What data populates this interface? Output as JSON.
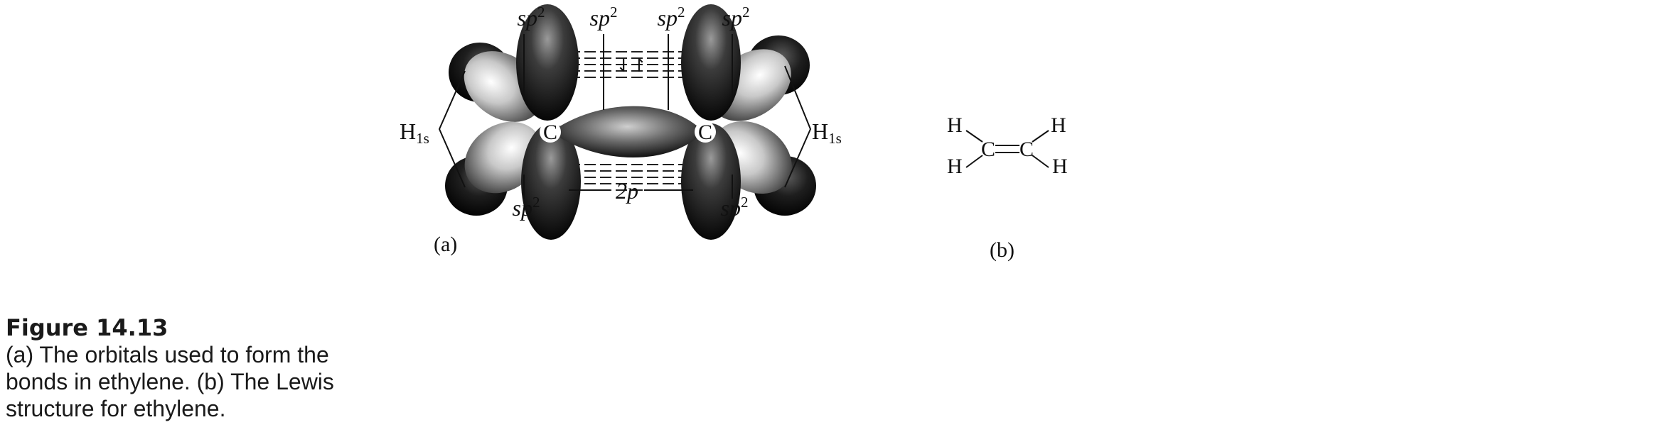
{
  "caption": {
    "title": "Figure 14.13",
    "text": "(a) The orbitals used to form the bonds in ethylene. (b) The Lewis structure for ethylene."
  },
  "orbital_diagram": {
    "panel_label": "(a)",
    "hybrid_label": "sp",
    "hybrid_sup": "2",
    "carbon_label": "C",
    "hydrogen_label": "H",
    "hydrogen_sub": "1s",
    "p_orbital_label": "2p",
    "spin_arrows": "⇃↾"
  },
  "lewis_structure": {
    "panel_label": "(b)",
    "carbon": "C",
    "hydrogen": "H"
  }
}
